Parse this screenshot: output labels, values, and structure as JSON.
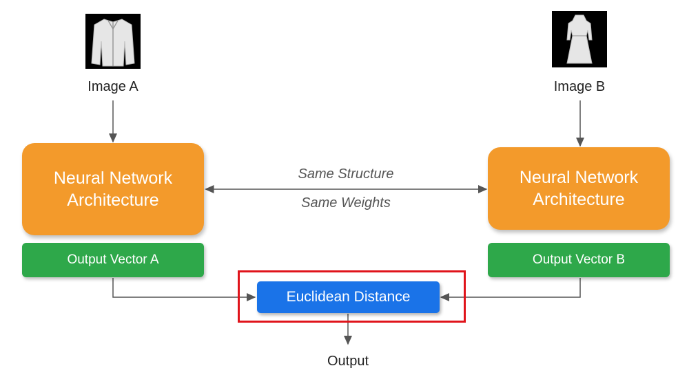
{
  "image_a": {
    "label": "Image A",
    "icon": "jacket-icon"
  },
  "image_b": {
    "label": "Image B",
    "icon": "dress-icon"
  },
  "network_a": {
    "line1": "Neural Network",
    "line2": "Architecture"
  },
  "network_b": {
    "line1": "Neural Network",
    "line2": "Architecture"
  },
  "shared": {
    "structure": "Same Structure",
    "weights": "Same Weights"
  },
  "output_a": {
    "label": "Output Vector A"
  },
  "output_b": {
    "label": "Output Vector B"
  },
  "distance": {
    "label": "Euclidean Distance"
  },
  "final": {
    "label": "Output"
  },
  "colors": {
    "network": "#f39a2b",
    "output_vector": "#2ea84a",
    "distance": "#1a73e8",
    "highlight": "#e0141b",
    "arrow": "#555555"
  }
}
